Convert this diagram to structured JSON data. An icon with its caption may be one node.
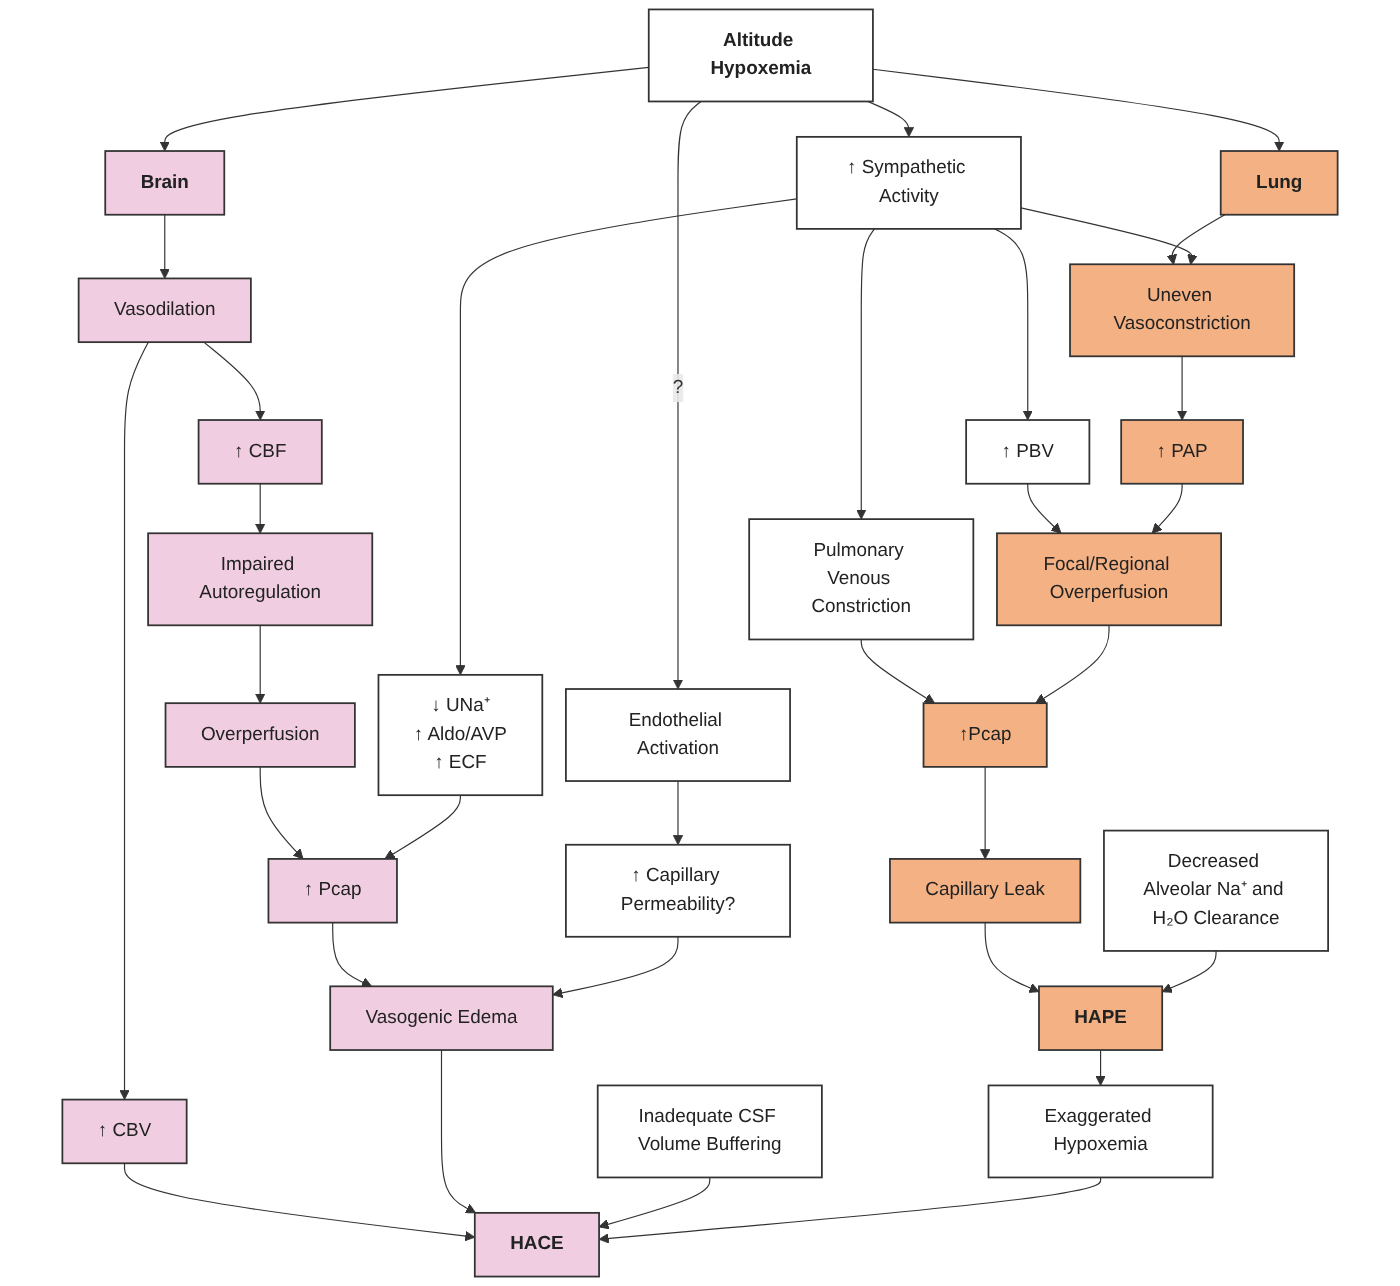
{
  "diagram": {
    "nodes": [
      {
        "text": [
          "Altitude Hypoxemia"
        ]
      },
      {
        "text": [
          "Brain"
        ]
      },
      {
        "text": [
          "Lung"
        ]
      },
      {
        "text": [
          "↑ Sympathetic Activity"
        ]
      },
      {
        "text": [
          "Vasodilation"
        ]
      },
      {
        "text": [
          "Uneven Vasoconstriction"
        ]
      },
      {
        "text": [
          "↑ CBV"
        ]
      },
      {
        "text": [
          "↑ CBF"
        ]
      },
      {
        "text": [
          "↑ PBV"
        ]
      },
      {
        "text": [
          "↑ PAP"
        ]
      },
      {
        "text": [
          "Impaired Autoregulation"
        ]
      },
      {
        "text": [
          "Overperfusion"
        ]
      },
      {
        "text": [
          "Pulmonary Venous Constriction"
        ]
      },
      {
        "text": [
          "Focal/Regional Overperfusion"
        ]
      },
      {
        "text": [
          "↓ UNa⁺",
          "↑ Aldo/AVP",
          "↑ ECF"
        ]
      },
      {
        "text": [
          "↑ Pcap"
        ]
      },
      {
        "text": [
          "Endothelial Activation"
        ]
      },
      {
        "text": [
          "↑Pcap"
        ]
      },
      {
        "text": [
          "Vasogenic Edema"
        ]
      },
      {
        "text": [
          "↑ Capillary Permeability?"
        ]
      },
      {
        "text": [
          "Capillary Leak"
        ]
      },
      {
        "text": [
          "Inadequate CSF Volume Buffering"
        ]
      },
      {
        "text": [
          "Decreased Alveolar Na⁺ and H₂O Clearance"
        ]
      },
      {
        "text": [
          "HACE"
        ]
      },
      {
        "text": [
          "Exaggerated Hypoxemia"
        ]
      },
      {
        "text": [
          "HAPE"
        ]
      }
    ],
    "edges": [
      {
        "from": 0,
        "to": 1,
        "arrow": "to"
      },
      {
        "from": 0,
        "to": 2,
        "arrow": "to"
      },
      {
        "from": 0,
        "to": 3,
        "arrow": "to"
      },
      {
        "from": 0,
        "to": 16,
        "arrow": "to",
        "label": "?"
      },
      {
        "from": 1,
        "to": 4,
        "arrow": "to"
      },
      {
        "from": 2,
        "to": 5,
        "arrow": "to"
      },
      {
        "from": 3,
        "to": 5,
        "arrow": "to"
      },
      {
        "from": 3,
        "to": 8,
        "arrow": "to"
      },
      {
        "from": 3,
        "to": 12,
        "arrow": "to"
      },
      {
        "from": 3,
        "to": 14,
        "arrow": "to"
      },
      {
        "from": 4,
        "to": 6,
        "arrow": "to"
      },
      {
        "from": 4,
        "to": 7,
        "arrow": "to"
      },
      {
        "from": 7,
        "to": 10,
        "arrow": "to"
      },
      {
        "from": 10,
        "to": 11,
        "arrow": "to"
      },
      {
        "from": 11,
        "to": 15,
        "arrow": "to"
      },
      {
        "from": 14,
        "to": 15,
        "arrow": "to"
      },
      {
        "from": 15,
        "to": 18,
        "arrow": "to"
      },
      {
        "from": 16,
        "to": 19,
        "arrow": "to"
      },
      {
        "from": 19,
        "to": 18,
        "arrow": "to"
      },
      {
        "from": 5,
        "to": 9,
        "arrow": "to"
      },
      {
        "from": 8,
        "to": 13,
        "arrow": "to"
      },
      {
        "from": 9,
        "to": 13,
        "arrow": "to"
      },
      {
        "from": 12,
        "to": 17,
        "arrow": "to"
      },
      {
        "from": 13,
        "to": 17,
        "arrow": "to"
      },
      {
        "from": 17,
        "to": 20,
        "arrow": "to"
      },
      {
        "from": 20,
        "to": 25,
        "arrow": "to"
      },
      {
        "from": 22,
        "to": 25,
        "arrow": "to"
      },
      {
        "from": 6,
        "to": 23,
        "arrow": "to"
      },
      {
        "from": 18,
        "to": 23,
        "arrow": "to"
      },
      {
        "from": 21,
        "to": 23,
        "arrow": "to"
      },
      {
        "from": 25,
        "to": 24,
        "arrow": "to"
      },
      {
        "from": 24,
        "to": 23,
        "arrow": "to"
      }
    ]
  }
}
